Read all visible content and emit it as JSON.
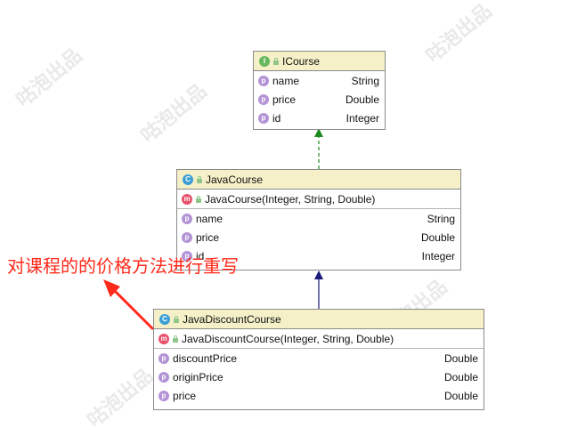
{
  "interface": {
    "name": "ICourse",
    "kind_badge": "I",
    "fields": [
      {
        "name": "name",
        "type": "String"
      },
      {
        "name": "price",
        "type": "Double"
      },
      {
        "name": "id",
        "type": "Integer"
      }
    ]
  },
  "java_course": {
    "name": "JavaCourse",
    "kind_badge": "C",
    "constructor": "JavaCourse(Integer, String, Double)",
    "fields": [
      {
        "name": "name",
        "type": "String"
      },
      {
        "name": "price",
        "type": "Double"
      },
      {
        "name": "id",
        "type": "Integer"
      }
    ]
  },
  "java_discount_course": {
    "name": "JavaDiscountCourse",
    "kind_badge": "C",
    "constructor": "JavaDiscountCourse(Integer, String, Double)",
    "fields": [
      {
        "name": "discountPrice",
        "type": "Double"
      },
      {
        "name": "originPrice",
        "type": "Double"
      },
      {
        "name": "price",
        "type": "Double"
      }
    ]
  },
  "annotation": {
    "text": "对课程的的价格方法进行重写",
    "color": "#ff2a1a"
  },
  "colors": {
    "header_bg": "#f5f0c8",
    "implements_arrow": "#1e8a1e",
    "extends_arrow": "#1a1a7a"
  }
}
